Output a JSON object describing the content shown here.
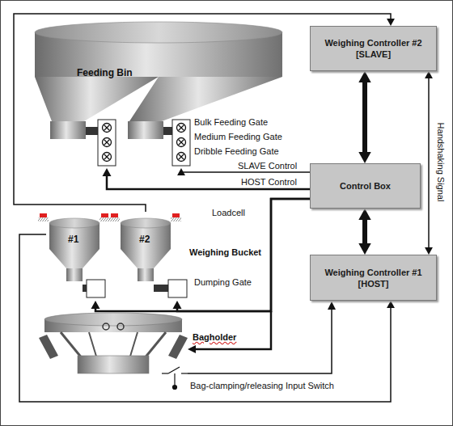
{
  "diagram": {
    "nodes": [
      {
        "text": [
          "Feeding Bin"
        ]
      },
      {
        "text": [
          "Weighing Controller #2 [SLAVE]"
        ]
      },
      {
        "text": [
          "Control Box"
        ]
      },
      {
        "text": [
          "Weighing Controller #1 [HOST]"
        ]
      },
      {
        "text": [
          "#1"
        ]
      },
      {
        "text": [
          "#2"
        ]
      }
    ],
    "edges": [
      {
        "from": 2,
        "to": 1,
        "arrow": "both"
      },
      {
        "from": 2,
        "to": 3,
        "arrow": "both"
      },
      {
        "from": 1,
        "to": 3,
        "label": "Handshaking Signal",
        "arrow": "both"
      },
      {
        "from": 2,
        "to": 0,
        "label": "SLAVE Control",
        "arrow": "to"
      },
      {
        "from": 2,
        "to": 0,
        "label": "HOST Control",
        "arrow": "to"
      },
      {
        "from": 2,
        "to": 4,
        "arrow": "to"
      },
      {
        "from": 2,
        "to": 5,
        "arrow": "to"
      },
      {
        "from": 5,
        "to": 1,
        "arrow": "to"
      },
      {
        "from": 4,
        "to": 3,
        "arrow": "to"
      }
    ],
    "labels": [
      "Bulk Feeding Gate",
      "Medium Feeding Gate",
      "Dribble Feeding Gate",
      "Loadcell",
      "Weighing Bucket",
      "Dumping Gate",
      "Bagholder",
      "Bag-clamping/releasing Input Switch"
    ]
  }
}
